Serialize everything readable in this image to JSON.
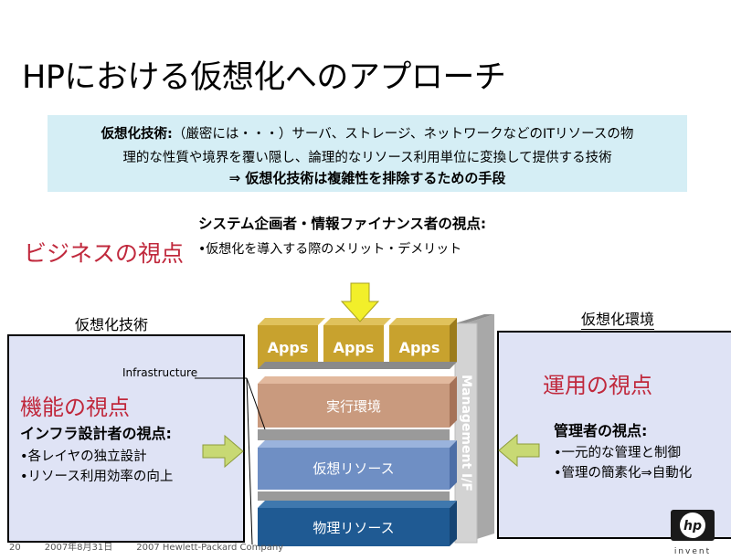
{
  "title": "HPにおける仮想化へのアプローチ",
  "definition": {
    "label": "仮想化技術:",
    "line1_rest": "（厳密には・・・）サーバ、ストレージ、ネットワークなどのITリソースの物",
    "line2": "理的な性質や境界を覆い隠し、論理的なリソース利用単位に変換して提供する技術",
    "line3": "⇒ 仮想化技術は複雑性を排除するための手段"
  },
  "business": {
    "title": "ビジネスの視点",
    "heading": "システム企画者・情報ファイナンス者の視点:",
    "bullet": "•仮想化を導入する際のメリット・デメリット"
  },
  "left_panel": {
    "header": "仮想化技術",
    "title": "機能の視点",
    "heading": "インフラ設計者の視点:",
    "bullets": [
      "•各レイヤの独立設計",
      "•リソース利用効率の向上"
    ]
  },
  "right_panel": {
    "header": "仮想化環境",
    "title": "運用の視点",
    "heading": "管理者の視点:",
    "bullets": [
      "•一元的な管理と制御",
      "•管理の簡素化⇒自動化"
    ]
  },
  "stack": {
    "infrastructure_label": "Infrastructure",
    "apps": [
      "Apps",
      "Apps",
      "Apps"
    ],
    "layer_runtime": "実行環境",
    "layer_virtual": "仮想リソース",
    "layer_physical": "物理リソース",
    "management": "Management I/F"
  },
  "footer": {
    "page": "20",
    "date": "2007年8月31日",
    "copyright": "2007 Hewlett-Packard Company"
  },
  "logo": {
    "text": "hp",
    "tagline": "invent"
  },
  "colors": {
    "accent_red": "#c0283c",
    "def_box": "#d5eef5",
    "side_box": "#dfe3f5",
    "apps": "#c8a22e",
    "runtime": "#c99a7e",
    "virtual": "#6f8fc4",
    "physical": "#1f5a93",
    "arrow": "#c8d974"
  }
}
